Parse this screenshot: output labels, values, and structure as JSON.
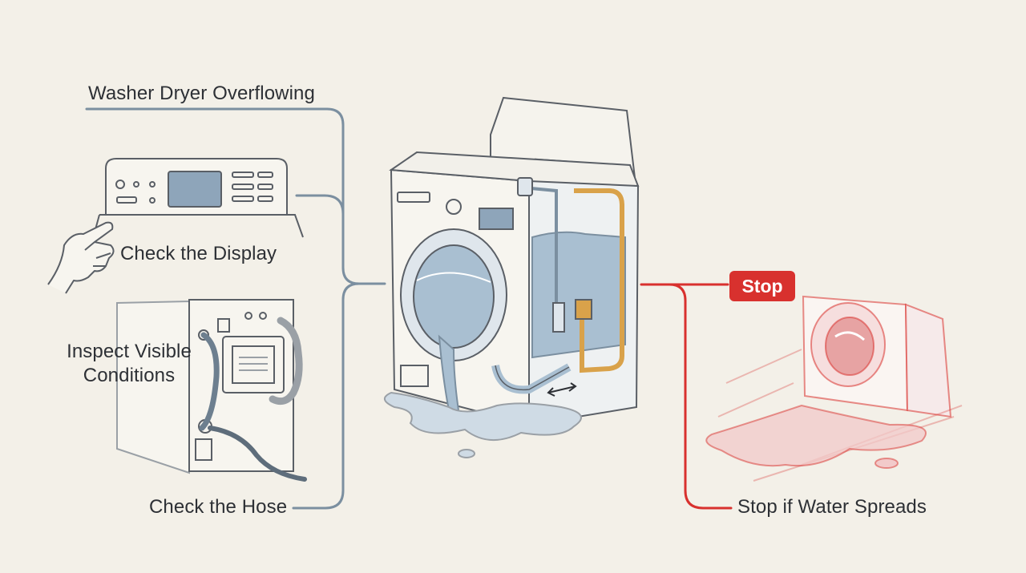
{
  "title": "Washer Dryer Overflowing",
  "steps": {
    "display": "Check the Display",
    "inspect_line1": "Inspect Visible",
    "inspect_line2": "Conditions",
    "hose": "Check the Hose"
  },
  "warning": {
    "badge": "Stop",
    "label": "Stop if Water Spreads"
  },
  "colors": {
    "background": "#f3f0e8",
    "connector_gray": "#7b8fa0",
    "warning_red": "#d8312e",
    "water_blue": "#a9bfd1",
    "pipe_orange": "#d9a24a"
  },
  "icons": [
    "hand-pointer-icon",
    "control-panel-icon",
    "washer-back-icon",
    "washer-cutaway-icon",
    "red-washer-icon"
  ]
}
